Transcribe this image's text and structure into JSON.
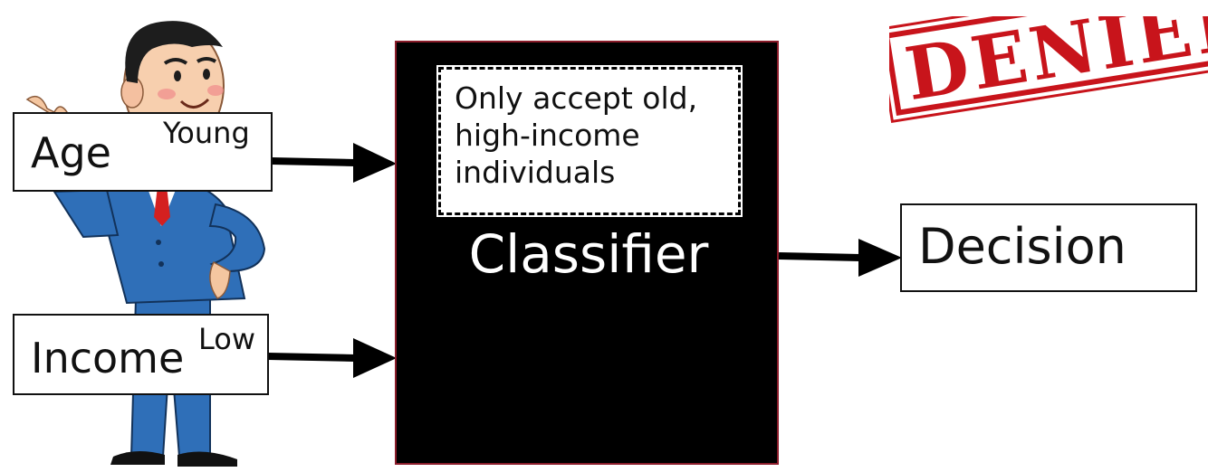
{
  "features": [
    {
      "label": "Age",
      "value": "Young"
    },
    {
      "label": "Income",
      "value": "Low"
    }
  ],
  "classifier": {
    "label": "Classifier",
    "rule": "Only accept old,\nhigh-income\nindividuals"
  },
  "decision": {
    "label": "Decision"
  },
  "stamp": {
    "text": "DENIED"
  },
  "colors": {
    "classifier_fill": "#000000",
    "classifier_border": "#8a1c2a",
    "stamp_red": "#c8141b",
    "suit_blue": "#2f6fb8",
    "tie_red": "#d42020"
  },
  "icons": {
    "person": "businessman-illustration-icon"
  }
}
